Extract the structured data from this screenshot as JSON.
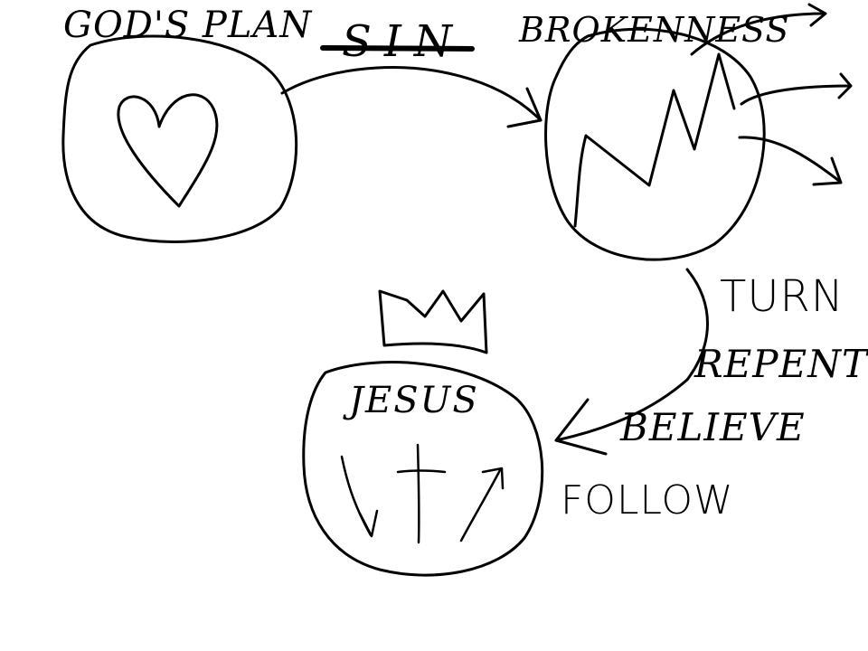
{
  "nodes": {
    "gods_plan": {
      "label": "GOD'S PLAN"
    },
    "sin": {
      "label": "SIN"
    },
    "brokenness": {
      "label": "BROKENNESS"
    },
    "jesus": {
      "label": "JESUS"
    }
  },
  "steps": [
    {
      "label": "TURN"
    },
    {
      "label": "REPENT"
    },
    {
      "label": "BELIEVE"
    },
    {
      "label": "FOLLOW"
    }
  ],
  "colors": {
    "ink": "#000000",
    "background": "#ffffff"
  },
  "icons": [
    "heart-icon",
    "zigzag-icon",
    "crown-icon",
    "cross-icon",
    "arrow-down-icon",
    "arrow-up-icon"
  ]
}
